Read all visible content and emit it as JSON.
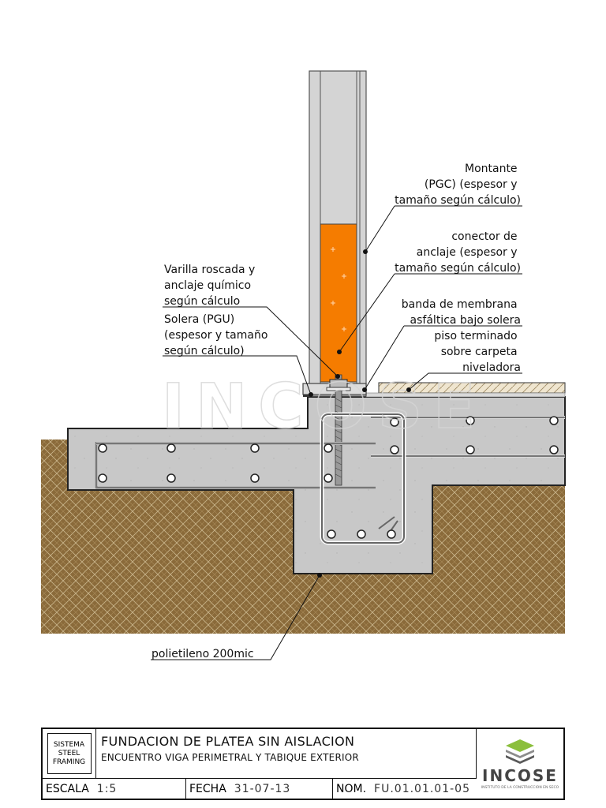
{
  "labels": {
    "montante": [
      "Montante",
      "(PGC) (espesor y",
      "tamaño según cálculo)"
    ],
    "conector": [
      "conector de",
      "anclaje (espesor y",
      "tamaño según cálculo)"
    ],
    "varilla": [
      "Varilla roscada y",
      "anclaje químico",
      "según cálculo"
    ],
    "solera": [
      "Solera (PGU)",
      "(espesor y tamaño",
      "según cálculo)"
    ],
    "banda": [
      "banda de membrana",
      "asfáltica bajo solera"
    ],
    "piso": [
      "piso terminado",
      "sobre carpeta",
      "niveladora"
    ],
    "polietileno": "polietileno 200mic"
  },
  "watermark": "INCOSE",
  "title_block": {
    "system": [
      "SISTEMA",
      "STEEL",
      "FRAMING"
    ],
    "title": "FUNDACION DE PLATEA SIN AISLACION",
    "subtitle": "ENCUENTRO VIGA PERIMETRAL Y TABIQUE EXTERIOR",
    "scale_label": "ESCALA",
    "scale_value": "1:5",
    "date_label": "FECHA",
    "date_value": "31-07-13",
    "number_label": "NOM.",
    "number_value": "FU.01.01.01-05",
    "logo_text": "INCOSE",
    "logo_sub": "INSTITUTO DE LA CONSTRUCCION EN SECO"
  },
  "colors": {
    "concrete": "#c8c8c8",
    "soil": "#8a6a3a",
    "anchor_connector": "#f57c00",
    "stud": "#d4d4d4"
  }
}
